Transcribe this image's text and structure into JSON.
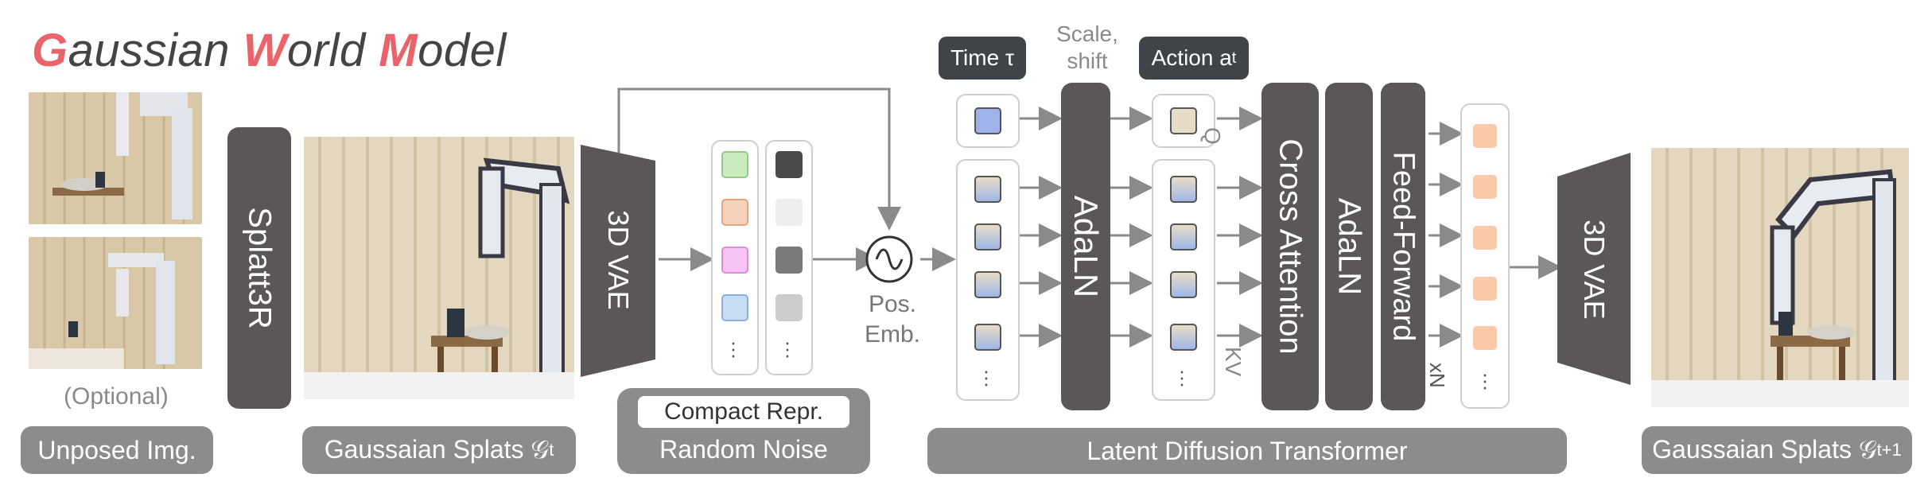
{
  "title": {
    "parts": [
      {
        "text": "G",
        "highlight": true
      },
      {
        "text": "aussian ",
        "highlight": false
      },
      {
        "text": "W",
        "highlight": true
      },
      {
        "text": "orld ",
        "highlight": false
      },
      {
        "text": "M",
        "highlight": true
      },
      {
        "text": "odel",
        "highlight": false
      }
    ]
  },
  "colors": {
    "accent": "#e8636a",
    "block_dark": "#5b5757",
    "label_gray": "#8e8b8b",
    "tag_dark": "#3e4448"
  },
  "inputs": {
    "optional_label": "(Optional)",
    "unposed_label": "Unposed Img."
  },
  "splat3r": "Splatt3R",
  "splats_t_label": "Gaussaian Splats 𝒢",
  "splats_t_sub": "t",
  "vae_left": "3D VAE",
  "compact_label": "Compact Repr.",
  "noise_label": "Random Noise",
  "pos_emb": {
    "line1": "Pos.",
    "line2": "Emb."
  },
  "time_tag": "Time τ",
  "action_tag": "Action a",
  "action_sub": "t",
  "scale_shift": {
    "line1": "Scale,",
    "line2": "shift"
  },
  "adaln_1": "AdaLN",
  "q_label": "Q",
  "kv_label": "KV",
  "cross_attention": "Cross Attention",
  "adaln_2": "AdaLN",
  "feed_forward": "Feed-Forward",
  "repeat_label": "xN",
  "ldt_label": "Latent Diffusion Transformer",
  "vae_right": "3D VAE",
  "splats_next_label": "Gaussaian Splats 𝒢",
  "splats_next_sub": "t+1",
  "icons": [
    "sinusoid-icon"
  ]
}
